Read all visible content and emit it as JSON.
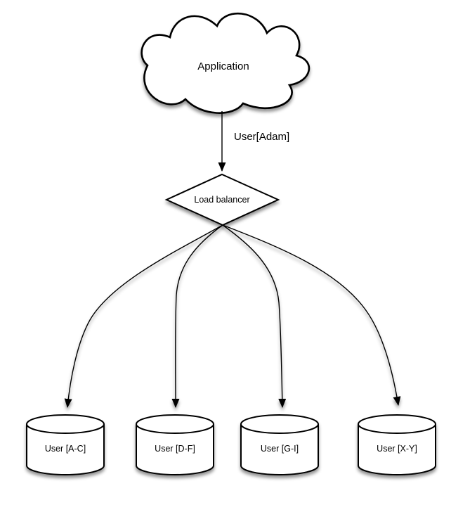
{
  "diagram": {
    "background_color": "#ffffff",
    "stroke_color": "#000000",
    "node_fill_color": "#ffffff",
    "nodes": {
      "application": {
        "type": "cloud",
        "label": "Application"
      },
      "load_balancer": {
        "type": "diamond",
        "label": "Load balancer"
      }
    },
    "edges": {
      "app_to_lb": {
        "from": "application",
        "to": "load_balancer",
        "label": "User[Adam]"
      }
    },
    "shards": [
      {
        "type": "cylinder",
        "label": "User [A-C]"
      },
      {
        "type": "cylinder",
        "label": "User [D-F]"
      },
      {
        "type": "cylinder",
        "label": "User [G-I]"
      },
      {
        "type": "cylinder",
        "label": "User [X-Y]"
      }
    ]
  }
}
